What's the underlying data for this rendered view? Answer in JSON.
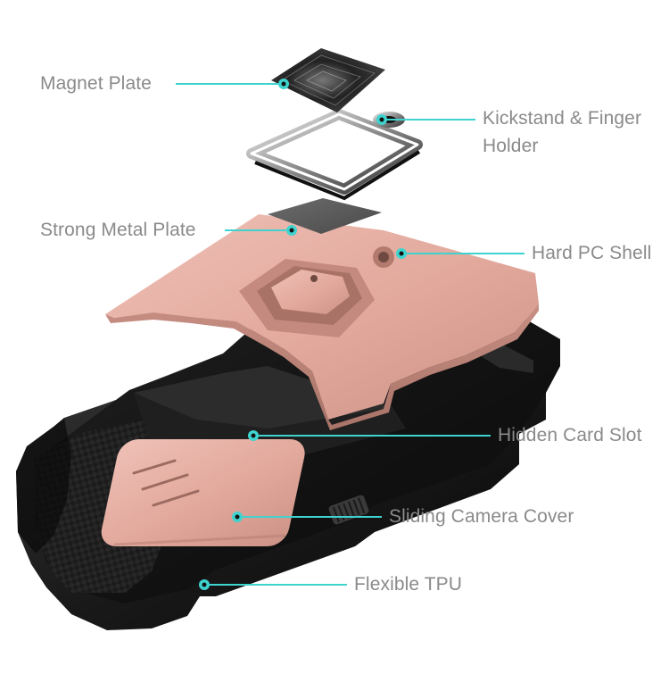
{
  "diagram": {
    "accent_color": "#3fd3cf",
    "label_color": "#8a8a8a",
    "body_color": "#e3aba0",
    "tpu_color": "#141414",
    "callouts": [
      {
        "id": "magnet-plate",
        "text": "Magnet Plate"
      },
      {
        "id": "kickstand-finger-holder",
        "text": "Kickstand & Finger",
        "text2": "Holder"
      },
      {
        "id": "strong-metal-plate",
        "text": "Strong Metal Plate"
      },
      {
        "id": "hard-pc-shell",
        "text": "Hard PC Shell"
      },
      {
        "id": "hidden-card-slot",
        "text": "Hidden Card Slot"
      },
      {
        "id": "sliding-camera-cover",
        "text": "Sliding Camera Cover"
      },
      {
        "id": "flexible-tpu",
        "text": "Flexible TPU"
      }
    ]
  }
}
